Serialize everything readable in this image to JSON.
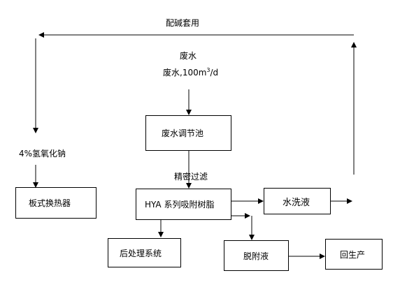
{
  "top_label": "配碱套用",
  "source": {
    "line1": "废水",
    "line2_prefix": "废水,100m",
    "line2_sup": "3",
    "line2_suffix": "/d"
  },
  "naoh_label": "4%氢氧化钠",
  "filter_label": "精密过滤",
  "boxes": {
    "equalization": "废水调节池",
    "heat_exchanger": "板式换热器",
    "resin": "HYA 系列吸附树脂",
    "wash_liquid": "水洗液",
    "post_treatment": "后处理系统",
    "desorption": "脱附液",
    "reproduction": "回生产"
  }
}
